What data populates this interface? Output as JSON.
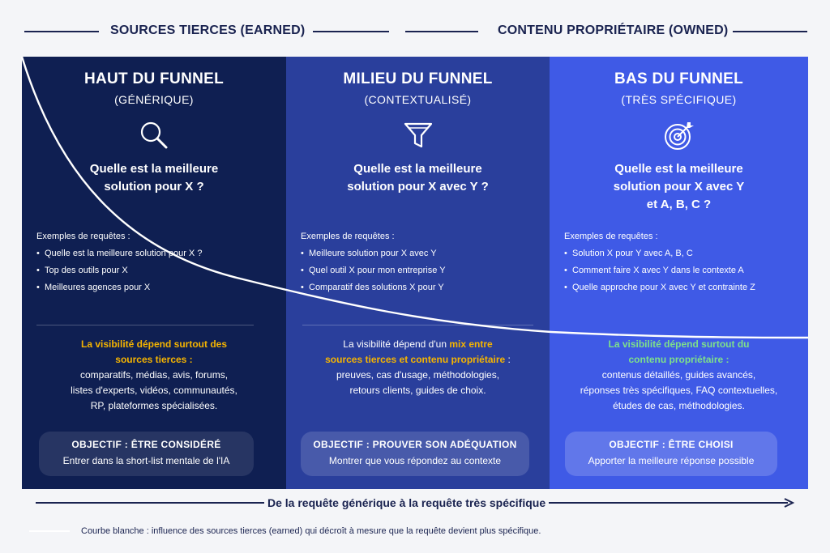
{
  "top": {
    "earned": "SOURCES TIERCES (EARNED)",
    "owned": "CONTENU PROPRIÉTAIRE (OWNED)"
  },
  "columns": [
    {
      "title": "HAUT DU FUNNEL",
      "subtitle": "(GÉNÉRIQUE)",
      "icon": "magnifier-icon",
      "question_l1": "Quelle est la meilleure",
      "question_l2": "solution pour X ?",
      "question_l3": "",
      "examples_head": "Exemples de requêtes :",
      "examples": [
        "Quelle est la meilleure solution pour X ?",
        "Top des outils pour X",
        "Meilleures agences pour X"
      ],
      "vis_l1": "La visibilité dépend surtout des",
      "vis_l2": "sources tierces :",
      "vis_l3": "comparatifs, médias, avis, forums,",
      "vis_l4": "listes d'experts, vidéos, communautés,",
      "vis_l5": "RP, plateformes spécialisées.",
      "objective_title": "OBJECTIF : ÊTRE CONSIDÉRÉ",
      "objective_sub": "Entrer dans la short-list mentale de l'IA"
    },
    {
      "title": "MILIEU DU FUNNEL",
      "subtitle": "(CONTEXTUALISÉ)",
      "icon": "funnel-icon",
      "question_l1": "Quelle est la meilleure",
      "question_l2": "solution pour X avec Y ?",
      "question_l3": "",
      "examples_head": "Exemples de requêtes :",
      "examples": [
        "Meilleure solution pour X avec Y",
        "Quel outil X pour mon entreprise Y",
        "Comparatif des solutions X pour Y"
      ],
      "vis_l1a": "La visibilité dépend d'un ",
      "vis_l1b": "mix entre",
      "vis_l2a": "sources tierces et contenu propriétaire",
      "vis_l2b": " :",
      "vis_l3": "preuves, cas d'usage, méthodologies,",
      "vis_l4": "retours clients, guides de choix.",
      "objective_title": "OBJECTIF : PROUVER SON ADÉQUATION",
      "objective_sub": "Montrer que vous répondez au contexte"
    },
    {
      "title": "BAS DU FUNNEL",
      "subtitle": "(TRÈS SPÉCIFIQUE)",
      "icon": "target-icon",
      "question_l1": "Quelle est la meilleure",
      "question_l2": "solution pour X avec Y",
      "question_l3": "et A, B, C ?",
      "examples_head": "Exemples de requêtes :",
      "examples": [
        "Solution X pour Y avec A, B, C",
        "Comment faire X avec Y dans le contexte A",
        "Quelle approche pour X avec Y et contrainte Z"
      ],
      "vis_l1": "La visibilité dépend surtout du",
      "vis_l2": "contenu propriétaire :",
      "vis_l3": "contenus détaillés, guides avancés,",
      "vis_l4": "réponses très spécifiques, FAQ contextuelles,",
      "vis_l5": "études de cas, méthodologies.",
      "objective_title": "OBJECTIF : ÊTRE CHOISI",
      "objective_sub": "Apporter la meilleure réponse possible"
    }
  ],
  "bottom": {
    "arrow_label": "De la requête générique à la requête très spécifique",
    "legend": "Courbe blanche : influence des sources tierces (earned) qui décroît à mesure que la requête devient plus spécifique."
  },
  "colors": {
    "panel_1": "#0f1f52",
    "panel_2": "#2a3f9c",
    "panel_3": "#3f5ae6",
    "highlight_earned": "#f5b400",
    "highlight_owned": "#7ee08a",
    "ink": "#1a2350"
  }
}
